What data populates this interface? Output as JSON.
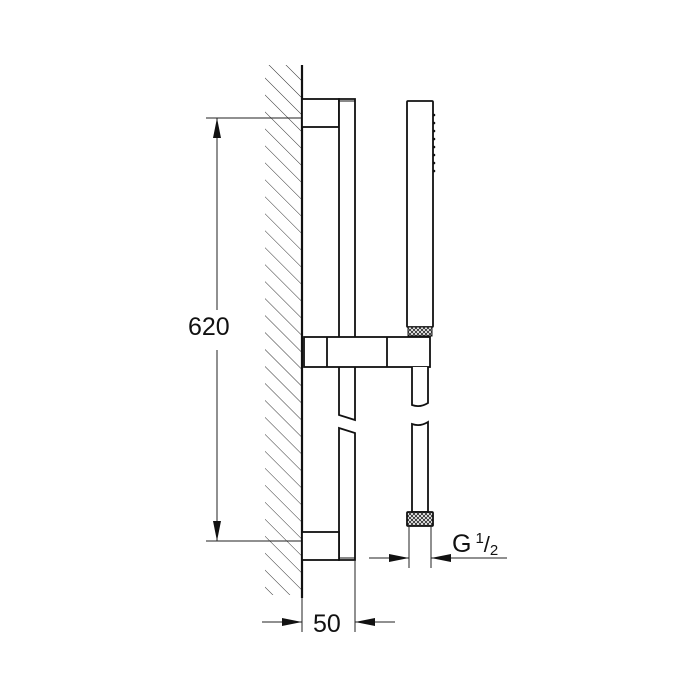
{
  "drawing": {
    "title": "Shower rail set technical drawing",
    "colors": {
      "line": "#111111",
      "dim_line": "#222222",
      "background": "#ffffff"
    },
    "dimensions": {
      "height_label": "620",
      "depth_label": "50",
      "thread_label_letter": "G",
      "thread_fraction_num": "1",
      "thread_fraction_slash": "/",
      "thread_fraction_den": "2"
    },
    "components": [
      "wall",
      "rail",
      "top-bracket",
      "bottom-bracket",
      "slider",
      "hand-shower",
      "hose",
      "hose-nut"
    ]
  }
}
